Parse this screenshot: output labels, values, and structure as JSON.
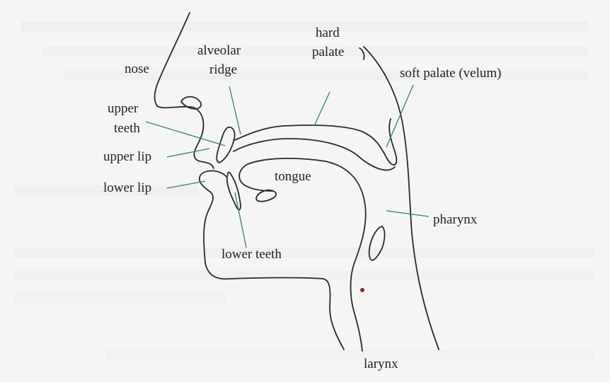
{
  "labels": {
    "nose": "nose",
    "alveolar_ridge_line1": "alveolar",
    "alveolar_ridge_line2": "ridge",
    "hard_palate_line1": "hard",
    "hard_palate_line2": "palate",
    "soft_palate": "soft palate (velum)",
    "upper_teeth_line1": "upper",
    "upper_teeth_line2": "teeth",
    "upper_lip": "upper lip",
    "lower_lip": "lower lip",
    "tongue": "tongue",
    "pharynx": "pharynx",
    "lower_teeth": "lower teeth",
    "larynx": "larynx"
  },
  "colors": {
    "outline": "#2a2a2a",
    "leader_line": "#2d7f86",
    "background": "#f5f5f3"
  }
}
